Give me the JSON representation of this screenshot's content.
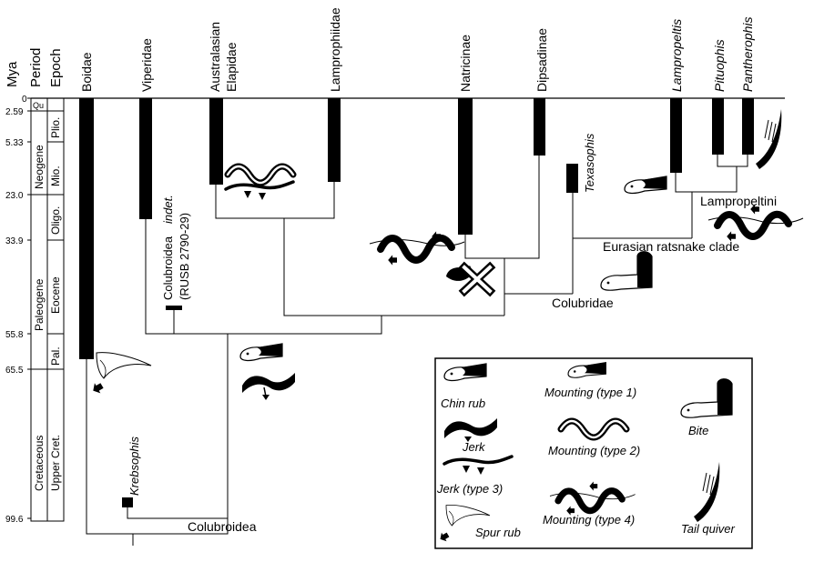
{
  "header": {
    "mya": "Mya",
    "period": "Period",
    "epoch": "Epoch"
  },
  "time_scale": {
    "ticks": [
      "0",
      "2.59",
      "5.33",
      "23.0",
      "33.9",
      "55.8",
      "65.5",
      "99.6"
    ],
    "periods": [
      "Neogene",
      "Paleogene",
      "Cretaceous"
    ],
    "epochs": [
      "Qu",
      "Plio.",
      "Mio.",
      "Oligo.",
      "Eocene",
      "Pal.",
      "Upper Cret."
    ]
  },
  "taxa": {
    "boidae": "Boidae",
    "viperidae": "Viperidae",
    "australasian": "Australasian",
    "elapidae": "Elapidae",
    "lamprophiidae": "Lamprophiidae",
    "natricinae": "Natricinae",
    "dipsadinae": "Dipsadinae",
    "lampropeltis": "Lampropeltis",
    "pituophis": "Pituophis",
    "pantherophis": "Pantherophis",
    "texasophis": "Texasophis",
    "krebsophis": "Krebsophis",
    "colubroidea_indet_1": "Colubroidea",
    "colubroidea_indet_2": "indet.",
    "colubroidea_indet_3": "(RUSB 2790-29)"
  },
  "clades": {
    "colubroidea": "Colubroidea",
    "colubridae": "Colubridae",
    "eurasian": "Eurasian ratsnake clade",
    "lampropeltini": "Lampropeltini"
  },
  "legend": {
    "chin_rub": "Chin rub",
    "jerk": "Jerk",
    "jerk3": "Jerk (type 3)",
    "spur_rub": "Spur rub",
    "mount1": "Mounting (type 1)",
    "mount2": "Mounting (type 2)",
    "mount4": "Mounting (type 4)",
    "bite": "Bite",
    "tail_quiver": "Tail quiver"
  }
}
